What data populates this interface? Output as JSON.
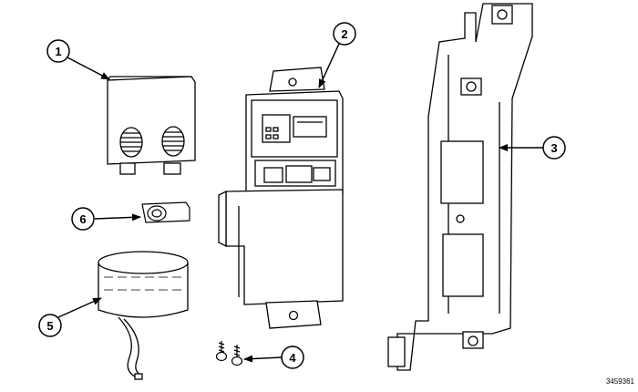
{
  "callouts": [
    {
      "id": "1"
    },
    {
      "id": "2"
    },
    {
      "id": "3"
    },
    {
      "id": "4"
    },
    {
      "id": "5"
    },
    {
      "id": "6"
    }
  ],
  "figure_id": "3459361"
}
